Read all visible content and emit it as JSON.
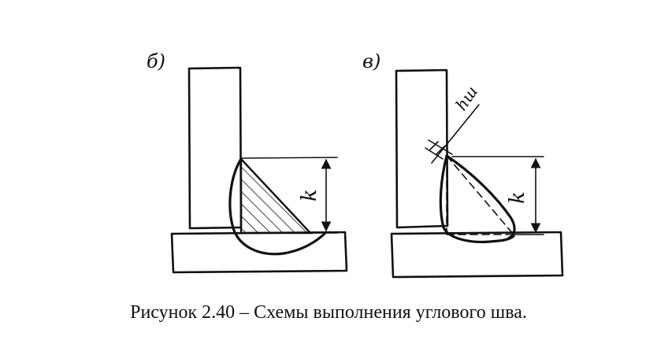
{
  "panels": [
    {
      "label": "б)",
      "dimension_label": "k"
    },
    {
      "label": "в)",
      "dimension_label": "k",
      "throat_label": "hш"
    }
  ],
  "caption": "Рисунок 2.40 – Схемы выполнения углового шва."
}
